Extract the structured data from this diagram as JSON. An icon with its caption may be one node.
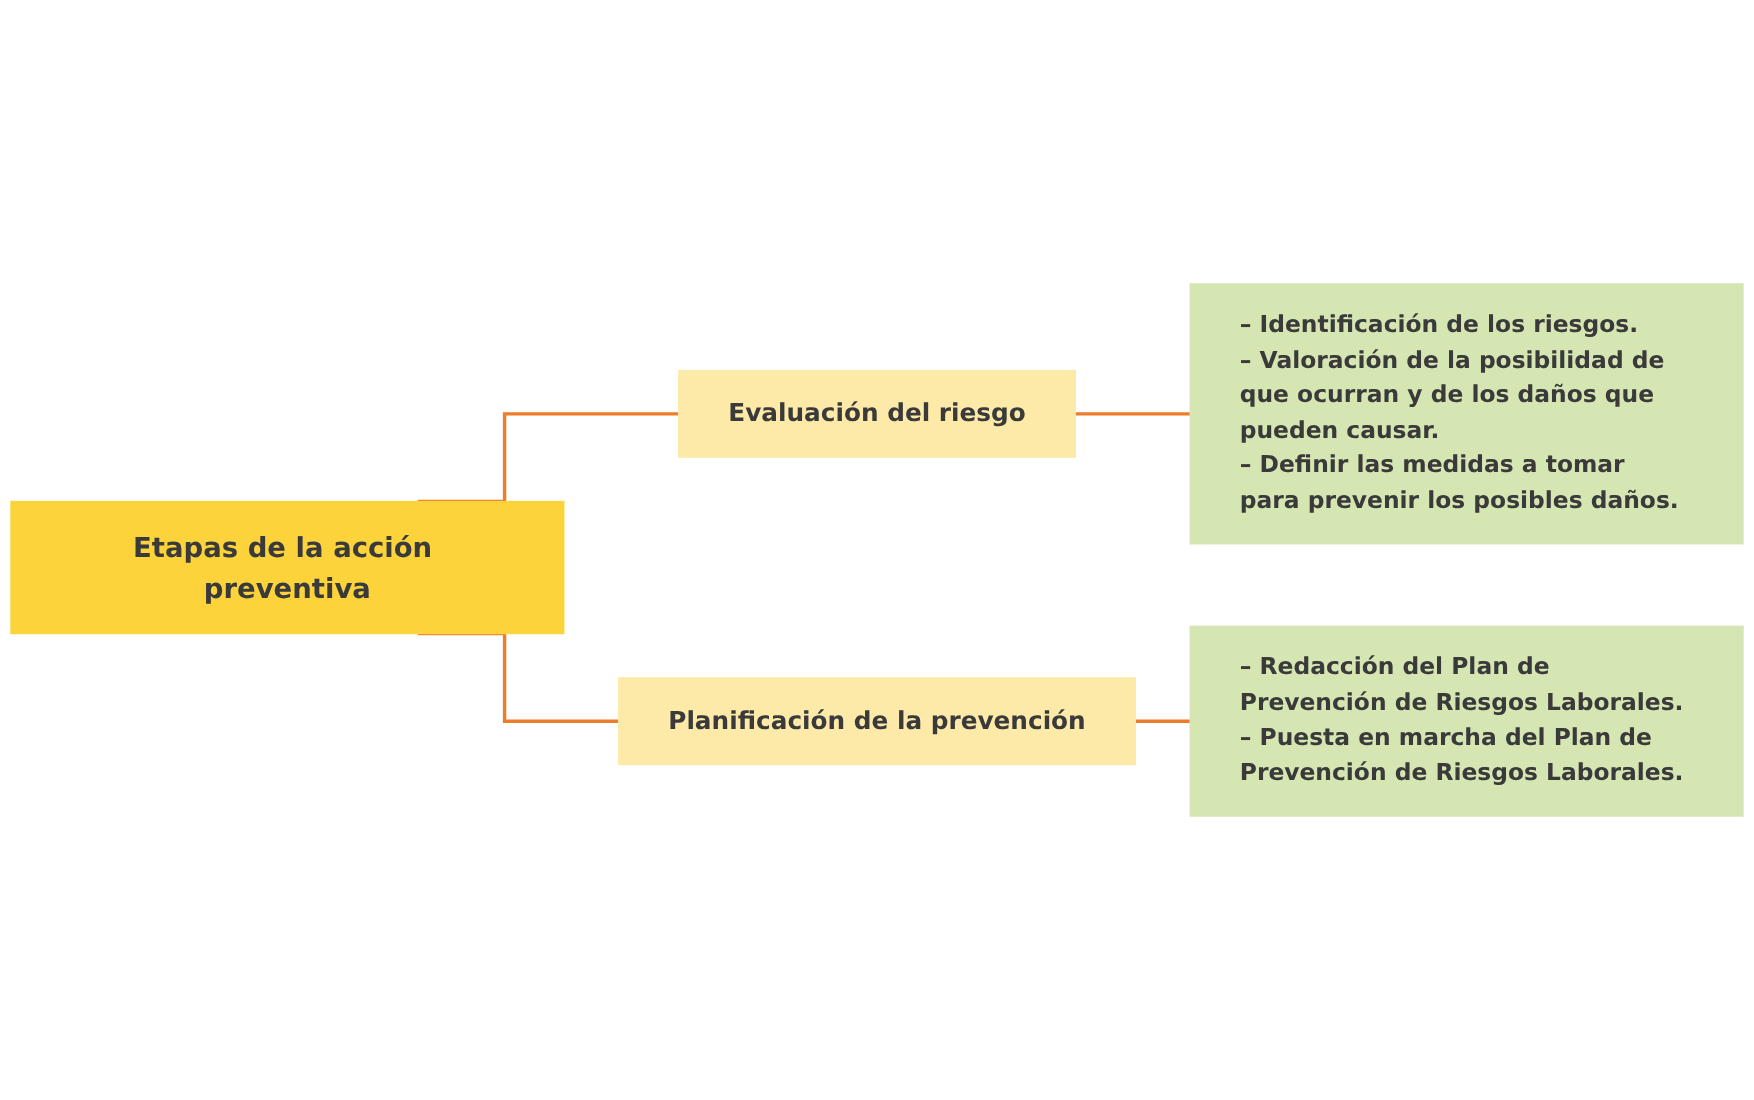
{
  "diagram": {
    "nodes": [
      {
        "text": [
          "Etapas de la acción preventiva"
        ]
      },
      {
        "text": [
          "Evaluación del riesgo"
        ]
      },
      {
        "text": [
          "– Identificación de los riesgos.",
          "– Valoración de la posibilidad de que ocurran y de los daños que pueden causar.",
          "– Definir las medidas a tomar para prevenir los posibles daños."
        ]
      },
      {
        "text": [
          "Planificación de la prevención"
        ]
      },
      {
        "text": [
          "– Redacción del Plan de Prevención de Riesgos Laborales.",
          "– Puesta en marcha del Plan de Prevención de Riesgos Laborales."
        ]
      }
    ],
    "edges": [
      {
        "from": 0,
        "to": 1,
        "arrow": "none"
      },
      {
        "from": 0,
        "to": 3,
        "arrow": "none"
      },
      {
        "from": 1,
        "to": 2,
        "arrow": "none"
      },
      {
        "from": 3,
        "to": 4,
        "arrow": "none"
      }
    ]
  }
}
